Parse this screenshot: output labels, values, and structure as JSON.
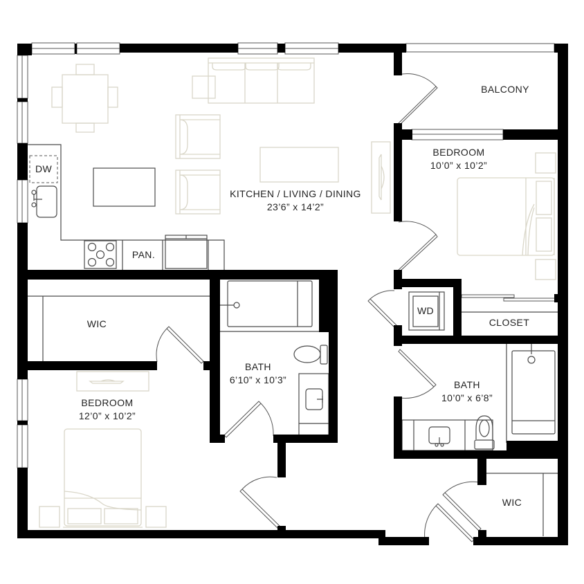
{
  "plan": {
    "colors": {
      "wall": "#000000",
      "fixture": "#4a4a4a",
      "furniture": "#d9d6c8",
      "text": "#222222",
      "background": "#ffffff"
    },
    "rooms": {
      "kitchen_living_dining": {
        "name": "KITCHEN / LIVING / DINING",
        "size": "23’6” x 14’2”"
      },
      "balcony": {
        "name": "BALCONY"
      },
      "bedroom_right": {
        "name": "BEDROOM",
        "size": "10’0” x 10’2”"
      },
      "bedroom_left": {
        "name": "BEDROOM",
        "size": "12’0” x 10’2”"
      },
      "bath_center": {
        "name": "BATH",
        "size": "6’10” x 10’3”"
      },
      "bath_right": {
        "name": "BATH",
        "size": "10’0” x 6’8”"
      },
      "wic_left": {
        "name": "WIC"
      },
      "wic_right": {
        "name": "WIC"
      },
      "closet": {
        "name": "CLOSET"
      }
    },
    "appliances": {
      "dishwasher": "DW",
      "pantry": "PAN.",
      "washer_dryer": "WD"
    }
  }
}
